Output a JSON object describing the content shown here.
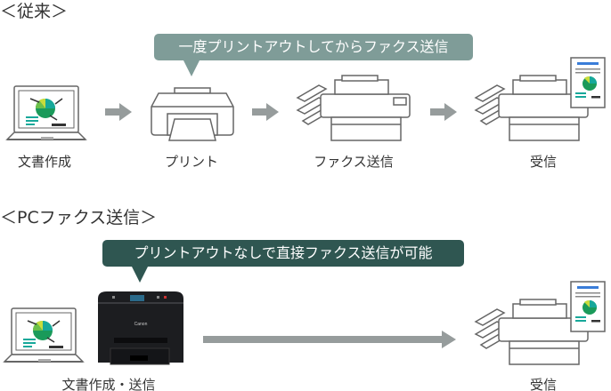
{
  "conventional": {
    "title": "＜従来＞",
    "bubble": "一度プリントアウトしてからファクス送信",
    "bubble_color": "#7f9c98",
    "steps": [
      {
        "label": "文書作成",
        "icon": "laptop-icon"
      },
      {
        "label": "プリント",
        "icon": "printer-icon"
      },
      {
        "label": "ファクス送信",
        "icon": "fax-icon"
      },
      {
        "label": "受信",
        "icon": "fax-received-document-icon"
      }
    ]
  },
  "pc_fax": {
    "title": "＜PCファクス送信＞",
    "bubble": "プリントアウトなしで直接ファクス送信が可能",
    "bubble_color": "#2f5651",
    "steps": [
      {
        "label": "文書作成・送信",
        "icon": "laptop-and-multifunction-printer-icon"
      },
      {
        "label": "受信",
        "icon": "fax-received-document-icon"
      }
    ],
    "printer_brand": "Canon"
  },
  "colors": {
    "arrow": "#969c9c",
    "line": "#666666",
    "chart_green": "#1a9a5a",
    "chart_teal": "#17a89a",
    "chart_yellow": "#c8dc3c"
  }
}
